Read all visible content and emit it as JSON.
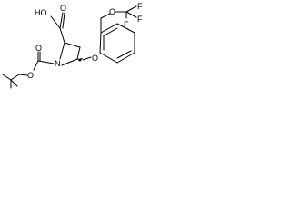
{
  "structure": {
    "atoms": {
      "acid_hydroxyl": "HO",
      "acid_carbonyl_oxygen": "O",
      "ester_oxygen": "O",
      "carbamate_carbonyl_oxygen": "O",
      "ring_nitrogen": "N",
      "ether_oxygen": "O",
      "methoxy_oxygen": "O",
      "fluorine_1": "F",
      "fluorine_2": "F",
      "fluorine_3": "F"
    }
  }
}
